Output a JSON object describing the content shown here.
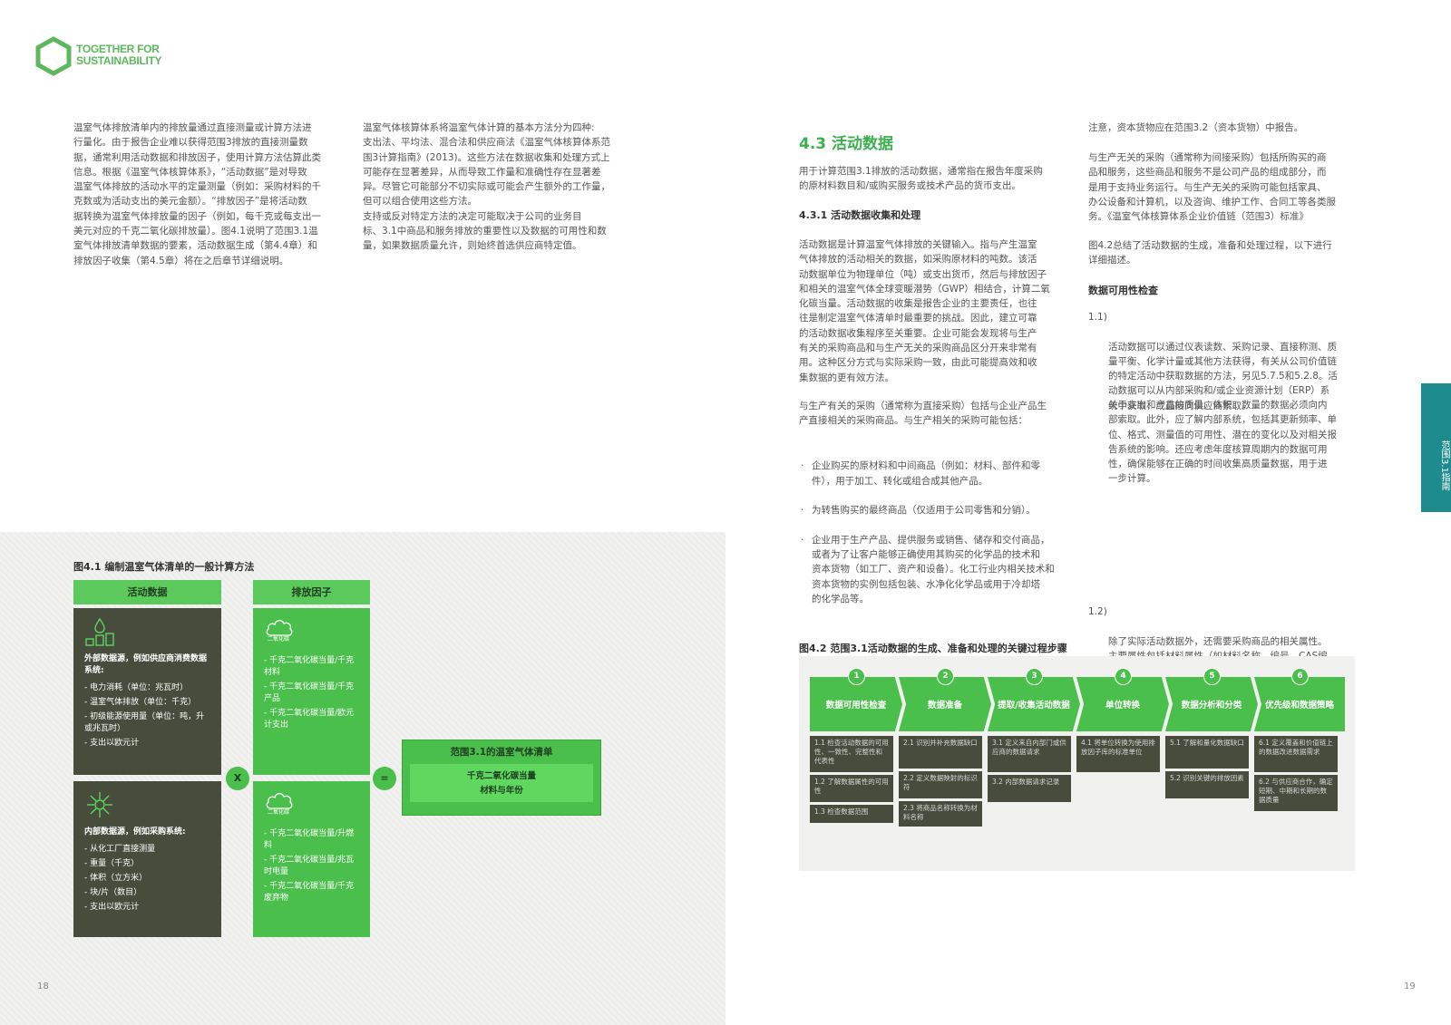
{
  "logo": {
    "line1": "TOGETHER FOR",
    "line2": "SUSTAINABILITY"
  },
  "left": {
    "col1": "温室气体排放清单内的排放量通过直接测量或计算方法进\n行量化。由于报告企业难以获得范围3排放的直接测量数\n据，通常利用活动数据和排放因子，使用计算方法估算此类\n信息。根据《温室气体核算体系》，“活动数据”是对导致\n温室气体排放的活动水平的定量测量（例如：采购材料的千\n克数或为活动支出的美元金额）。“排放因子”是将活动数\n据转换为温室气体排放量的因子（例如，每千克或每支出一\n美元对应的千克二氧化碳排放量）。图4.1说明了范围3.1温\n室气体排放清单数据的要素，活动数据生成（第4.4章）和\n排放因子收集（第4.5章）将在之后章节详细说明。",
    "col2": "温室气体核算体系将温室气体计算的基本方法分为四种:\n支出法、平均法、混合法和供应商法《温室气体核算体系范\n围3计算指南》(2013)。这些方法在数据收集和处理方式上\n可能存在显著差异，从而导致工作量和准确性存在显著差\n异。尽管它可能部分不切实际或可能会产生额外的工作量，\n但可以组合使用这些方法。\n支持或反对特定方法的决定可能取决于公司的业务目\n标、3.1中商品和服务排放的重要性以及数据的可用性和数\n量，如果数据质量允许，则始终首选供应商特定值。",
    "page_number": "18"
  },
  "fig1": {
    "title": "图4.1 编制温室气体清单的一般计算方法",
    "col_activity": "活动数据",
    "col_factor": "排放因子",
    "ext_title": "外部数据源，例如供应商消费数据系统:",
    "ext_items": [
      "- 电力消耗（单位：兆瓦时）",
      "- 温室气体排放（单位：千克）",
      "- 初级能源使用量（单位：吨，升或兆瓦时）",
      "- 支出以欧元计"
    ],
    "int_title": "内部数据源，例如采购系统:",
    "int_items": [
      "- 从化工厂直接测量",
      "- 重量（千克）",
      "- 体积（立方米）",
      "- 块/片（数目）",
      "- 支出以欧元计"
    ],
    "factor1_items": [
      "- 千克二氧化碳当量/千克材料",
      "- 千克二氧化碳当量/千克产品",
      "- 千克二氧化碳当量/欧元计支出"
    ],
    "factor2_items": [
      "- 千克二氧化碳当量/升燃料",
      "- 千克二氧化碳当量/兆瓦时电量",
      "- 千克二氧化碳当量/千克废弃物"
    ],
    "cloud_label": "二氧化碳",
    "op_times": "X",
    "op_equals": "=",
    "result_title": "范围3.1的温室气体清单",
    "result_line1": "千克二氧化碳当量",
    "result_line2": "材料与年份"
  },
  "right": {
    "section_title": "4.3 活动数据",
    "intro": "用于计算范围3.1排放的活动数据，通常指在报告年度采购\n的原材料数目和/或购买服务或技术产品的货币支出。",
    "sub_title": "4.3.1 活动数据收集和处理",
    "para1": "活动数据是计算温室气体排放的关键输入。指与产生温室\n气体排放的活动相关的数据，如采购原材料的吨数。该活\n动数据单位为物理单位（吨）或支出货币，然后与排放因子\n和相关的温室气体全球变暖潜势（GWP）相结合，计算二氧\n化碳当量。活动数据的收集是报告企业的主要责任，也往\n往是制定温室气体清单时最重要的挑战。因此，建立可靠\n的活动数据收集程序至关重要。企业可能会发现将与生产\n有关的采购商品和与生产无关的采购商品区分开来非常有\n用。这种区分方式与实际采购一致，由此可能提高效和收\n集数据的更有效方法。",
    "para2": "与生产有关的采购（通常称为直接采购）包括与企业产品生\n产直接相关的采购商品。与生产相关的采购可能包括：",
    "bullets": [
      "企业购买的原材料和中间商品（例如：材料、部件和零\n件），用于加工、转化或组合成其他产品。",
      "为转售购买的最终商品（仅适用于公司零售和分销）。",
      "企业用于生产产品、提供服务或销售、储存和交付商品，\n或者为了让客户能够正确使用其购买的化学品的技术和\n资本货物（如工厂、资产和设备）。化工行业内相关技术和\n资本货物的实例包括包装、水净化化学品或用于冷却塔\n的化学品等。"
    ],
    "col2_p1": "注意，资本货物应在范围3.2（资本货物）中报告。",
    "col2_p2": "与生产无关的采购（通常称为间接采购）包括所购买的商\n品和服务，这些商品和服务不是公司产品的组成部分，而\n是用于支持业务运行。与生产无关的采购可能包括家具、\n办公设备和计算机，以及咨询、维护工作、合同工等各类服\n务。《温室气体核算体系企业价值链（范围3）标准》",
    "col2_p3": "图4.2总结了活动数据的生成，准备和处理过程，以下进行\n详细描述。",
    "col2_sub": "数据可用性检查",
    "item1_num": "1.1)",
    "item1": "活动数据可以通过仪表读数、采购记录、直接称测、质\n量平衡、化学计量或其他方法获得，有关从公司价值链\n的特定活动中获取数据的方法，另见5.7.5和5.2.8。活\n动数据可以从内部采购和/或企业资源计划（ERP）系\n统中获取，或直接向供应商索取。",
    "item1b": "关于支出和产品的质量、体积、数量的数据必须向内\n部索取。此外，应了解内部系统，包括其更新频率、单\n位、格式、测量值的可用性、潜在的变化以及对相关报\n告系统的影响。还应考虑年度核算周期内的数据可用\n性，确保能够在正确的时间收集高质量数据，用于进\n一步计算。",
    "item2_num": "1.2)",
    "item2": "除了实际活动数据外，还需要采购商品的相关属性。\n主要属性包括材料属性（如材料名称、编号、CAS编\n号、化学结构、化学基团），而次要属性则进一步说明\n间接特征（如年份、供应商国家、供应商名称、供应商\n编号）。通过这些属性，可以将活动数据映射到排放因\n子，并对数据进行分析和解释。",
    "page_number": "19",
    "side_tab": "范围3.1指南"
  },
  "fig2": {
    "title": "图4.2 范围3.1活动数据的生成、准备和处理的关键过程步骤",
    "steps": [
      {
        "num": "1",
        "label": "数据可用性检查",
        "items": [
          "1.1 检查活动数据的可用性、一致性、完整性和代表性",
          "1.2 了解数据属性的可用性",
          "1.3 检查数据范围"
        ]
      },
      {
        "num": "2",
        "label": "数据准备",
        "items": [
          "2.1 识别并补充数据缺口",
          "2.2 定义数据映射的标识符",
          "2.3 将商品名称转换为材料名称"
        ]
      },
      {
        "num": "3",
        "label": "提取/收集活动数据",
        "items": [
          "3.1 定义来自内部门或供应商的数据请求",
          "3.2 内部数据请求记录"
        ]
      },
      {
        "num": "4",
        "label": "单位转换",
        "items": [
          "4.1 将单位转换为使用排放因子库的标准单位"
        ]
      },
      {
        "num": "5",
        "label": "数据分析和分类",
        "items": [
          "5.1 了解和量化数据缺口",
          "5.2 识别关键的排放因素"
        ]
      },
      {
        "num": "6",
        "label": "优先级和数据策略",
        "items": [
          "6.1 定义覆盖和价值链上的数据改进数据需求",
          "6.2 与供应商合作，确定短期、中期和长期的数据质量"
        ]
      }
    ]
  },
  "colors": {
    "green": "#4bbf4b",
    "dark": "#474c3d",
    "teal": "#1e8c8e",
    "title_green": "#3caf4e"
  }
}
